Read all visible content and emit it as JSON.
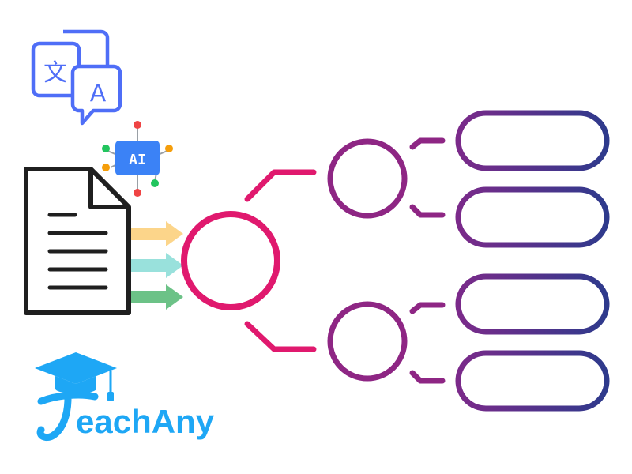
{
  "translate_icon": {
    "glyph_left": "文",
    "glyph_right": "A",
    "color": "#4f6ef7"
  },
  "ai_chip": {
    "label": "AI",
    "chip_color": "#3b82f6",
    "pin_colors": [
      "#ef4444",
      "#22c55e",
      "#f59e0b",
      "#f59e0b",
      "#22c55e",
      "#ef4444"
    ]
  },
  "document_icon": {
    "stroke": "#1f1f1f"
  },
  "arrows": {
    "colors": [
      "#fcd58a",
      "#99e1dc",
      "#6cc287"
    ]
  },
  "brand": {
    "text": "eachAny",
    "color": "#1ea7f5"
  },
  "mindmap": {
    "root_color": "#e0196e",
    "branch_color": "#8e2684",
    "leaf_colors_start": "#7b2a8a",
    "leaf_colors_end": "#2e3a8c"
  }
}
